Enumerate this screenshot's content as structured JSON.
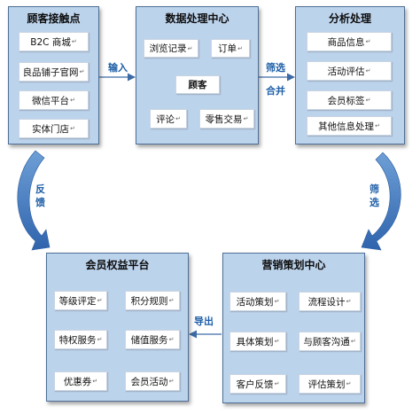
{
  "panels": {
    "touchpoints": {
      "title": "顾客接触点",
      "items": [
        "B2C 商城",
        "良品铺子官网",
        "微信平台",
        "实体门店"
      ]
    },
    "data_center": {
      "title": "数据处理中心",
      "items": [
        "浏览记录",
        "订单",
        "顾客",
        "评论",
        "零售交易"
      ]
    },
    "analysis": {
      "title": "分析处理",
      "items": [
        "商品信息",
        "活动评估",
        "会员标签",
        "其他信息处理"
      ]
    },
    "membership": {
      "title": "会员权益平台",
      "items": [
        "等级评定",
        "积分规则",
        "特权服务",
        "储值服务",
        "优惠券",
        "会员活动"
      ]
    },
    "marketing": {
      "title": "营销策划中心",
      "items": [
        "活动策划",
        "流程设计",
        "具体策划",
        "与顾客沟通",
        "客户反馈",
        "评估策划"
      ]
    }
  },
  "connectors": {
    "input": "输入",
    "filter": "筛选",
    "merge": "合并",
    "feedback_1": "反",
    "feedback_2": "馈",
    "filter_v1": "筛",
    "filter_v2": "选",
    "export": "导出"
  },
  "colors": {
    "panel_fill": "#bcd3ec",
    "panel_border": "#4e6f97",
    "arrow": "#3c6aa6",
    "label": "#1f5fa8"
  }
}
